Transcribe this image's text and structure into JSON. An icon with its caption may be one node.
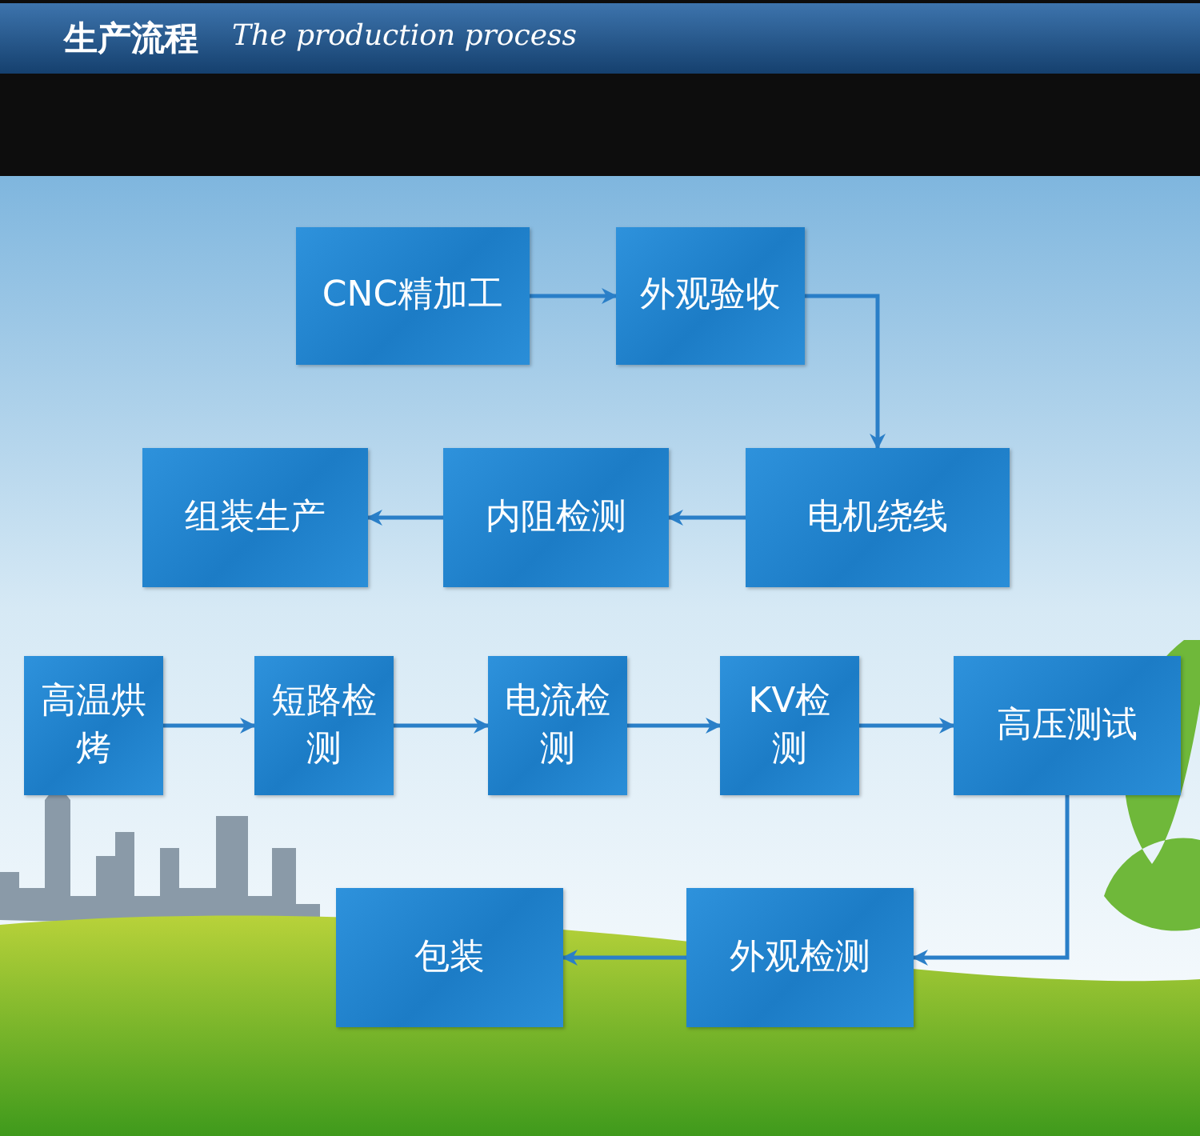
{
  "diagram": {
    "title": "生产流程",
    "nodes": [
      {
        "text": [
          "CNC精加工"
        ]
      },
      {
        "text": [
          "外观验收"
        ]
      },
      {
        "text": [
          "电机绕线"
        ]
      },
      {
        "text": [
          "内阻检测"
        ]
      },
      {
        "text": [
          "组装生产"
        ]
      },
      {
        "text": [
          "高温烘烤"
        ]
      },
      {
        "text": [
          "短路检测"
        ]
      },
      {
        "text": [
          "电流检测"
        ]
      },
      {
        "text": [
          "KV检测"
        ]
      },
      {
        "text": [
          "高压测试"
        ]
      },
      {
        "text": [
          "外观检测"
        ]
      },
      {
        "text": [
          "包装"
        ]
      }
    ],
    "edges": [
      {
        "from": 0,
        "to": 1,
        "arrow": "to"
      },
      {
        "from": 1,
        "to": 2,
        "arrow": "to"
      },
      {
        "from": 2,
        "to": 3,
        "arrow": "to"
      },
      {
        "from": 3,
        "to": 4,
        "arrow": "to"
      },
      {
        "from": 5,
        "to": 6,
        "arrow": "to"
      },
      {
        "from": 6,
        "to": 7,
        "arrow": "to"
      },
      {
        "from": 7,
        "to": 8,
        "arrow": "to"
      },
      {
        "from": 8,
        "to": 9,
        "arrow": "to"
      },
      {
        "from": 9,
        "to": 10,
        "arrow": "to"
      },
      {
        "from": 10,
        "to": 11,
        "arrow": "to"
      }
    ],
    "labels": [
      "The production process"
    ]
  }
}
